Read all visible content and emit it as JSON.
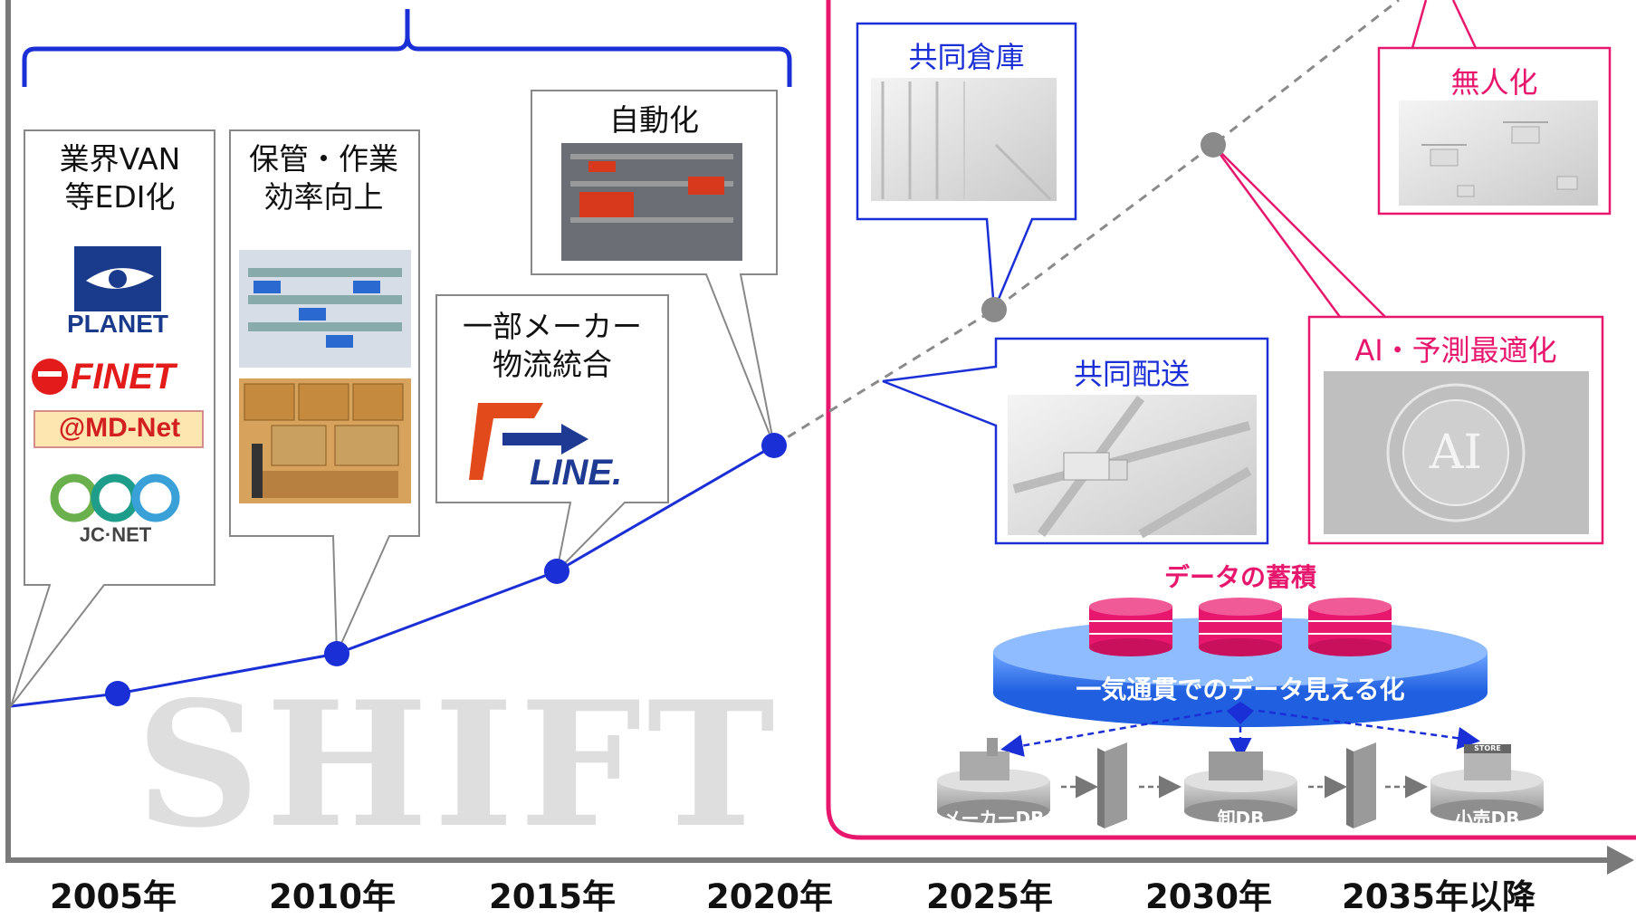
{
  "years": [
    "2005年",
    "2010年",
    "2015年",
    "2020年",
    "2025年",
    "2030年",
    "2035年以降"
  ],
  "watermark": "SHIFT",
  "past_callouts": [
    {
      "label": "業界VAN\n等EDI化"
    },
    {
      "label": "保管・作業\n効率向上"
    },
    {
      "label": "一部メーカー\n物流統合"
    },
    {
      "label": "自動化"
    }
  ],
  "logos": {
    "planet": "PLANET",
    "finet": "FINET",
    "mdnet": "@MD-Net",
    "jcnet": "JC·NET",
    "fline": "LINE."
  },
  "future_callouts": {
    "warehouse": "共同倉庫",
    "delivery": "共同配送",
    "unmanned": "無人化",
    "ai": "AI・予測最適化",
    "ai_badge": "AI"
  },
  "data_section": {
    "accumulation": "データの蓄積",
    "platform": "一気通貫でのデータ見える化",
    "dbs": [
      "メーカーDB",
      "卸DB",
      "小売DB"
    ],
    "store_sign": "STORE"
  },
  "colors": {
    "blue": "#1a2fd6",
    "pink": "#e8176e",
    "gray_axis": "#7a7a7a"
  }
}
